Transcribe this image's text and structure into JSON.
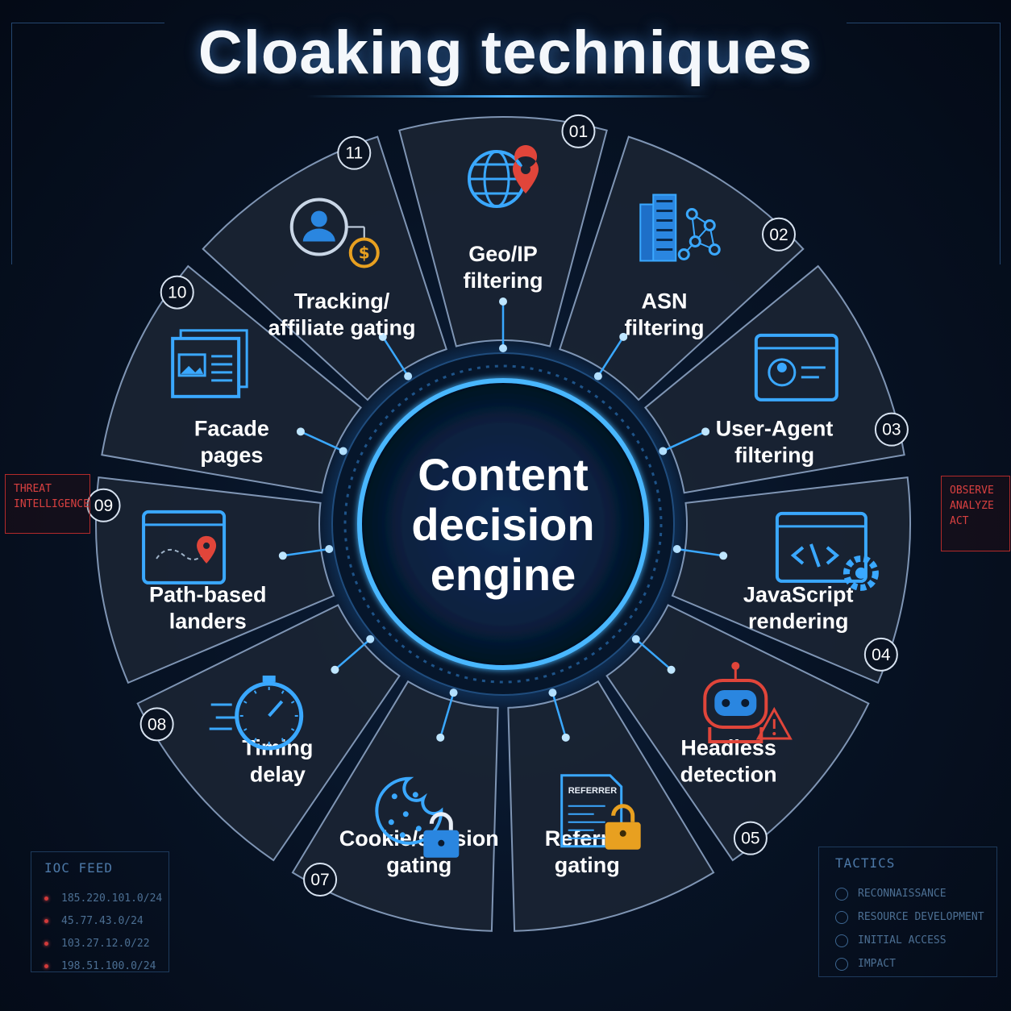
{
  "title": "Cloaking techniques",
  "center": {
    "lines": [
      "Content",
      "decision",
      "engine"
    ]
  },
  "segments": [
    {
      "num": "01",
      "lines": [
        "Geo/IP",
        "filtering"
      ],
      "icon": "globe-pin-icon"
    },
    {
      "num": "02",
      "lines": [
        "ASN",
        "filtering"
      ],
      "icon": "datacenter-network-icon"
    },
    {
      "num": "03",
      "lines": [
        "User-Agent",
        "filtering"
      ],
      "icon": "browser-profile-icon"
    },
    {
      "num": "04",
      "lines": [
        "JavaScript",
        "rendering"
      ],
      "icon": "code-gear-icon"
    },
    {
      "num": "05",
      "lines": [
        "Headless",
        "detection"
      ],
      "icon": "robot-warning-icon"
    },
    {
      "num": "",
      "lines": [
        "Referrer",
        "gating"
      ],
      "icon": "referrer-lock-icon",
      "icon_text": "REFERRER"
    },
    {
      "num": "07",
      "lines": [
        "Cookie/session",
        "gating"
      ],
      "icon": "cookie-lock-icon"
    },
    {
      "num": "08",
      "lines": [
        "Timing",
        "delay"
      ],
      "icon": "stopwatch-icon"
    },
    {
      "num": "09",
      "lines": [
        "Path-based",
        "landers"
      ],
      "icon": "browser-path-icon"
    },
    {
      "num": "10",
      "lines": [
        "Facade",
        "pages"
      ],
      "icon": "facade-page-icon"
    },
    {
      "num": "11",
      "lines": [
        "Tracking/",
        "affiliate gating"
      ],
      "icon": "user-dollar-icon"
    }
  ],
  "left_box": {
    "lines": [
      "THREAT",
      "INTELLIGENCE"
    ]
  },
  "right_box": {
    "lines": [
      "OBSERVE",
      "ANALYZE",
      "ACT"
    ]
  },
  "ioc_feed": {
    "title": "IOC FEED",
    "items": [
      "185.220.101.0/24",
      "45.77.43.0/24",
      "103.27.12.0/22",
      "198.51.100.0/24"
    ]
  },
  "tactics": {
    "title": "TACTICS",
    "items": [
      "RECONNAISSANCE",
      "RESOURCE DEVELOPMENT",
      "INITIAL ACCESS",
      "IMPACT"
    ]
  },
  "colors": {
    "accent": "#3aa8ff",
    "panel": "#1a2433",
    "panel_border": "#7f95b4",
    "alert": "#e0453a",
    "gold": "#e8a020"
  }
}
